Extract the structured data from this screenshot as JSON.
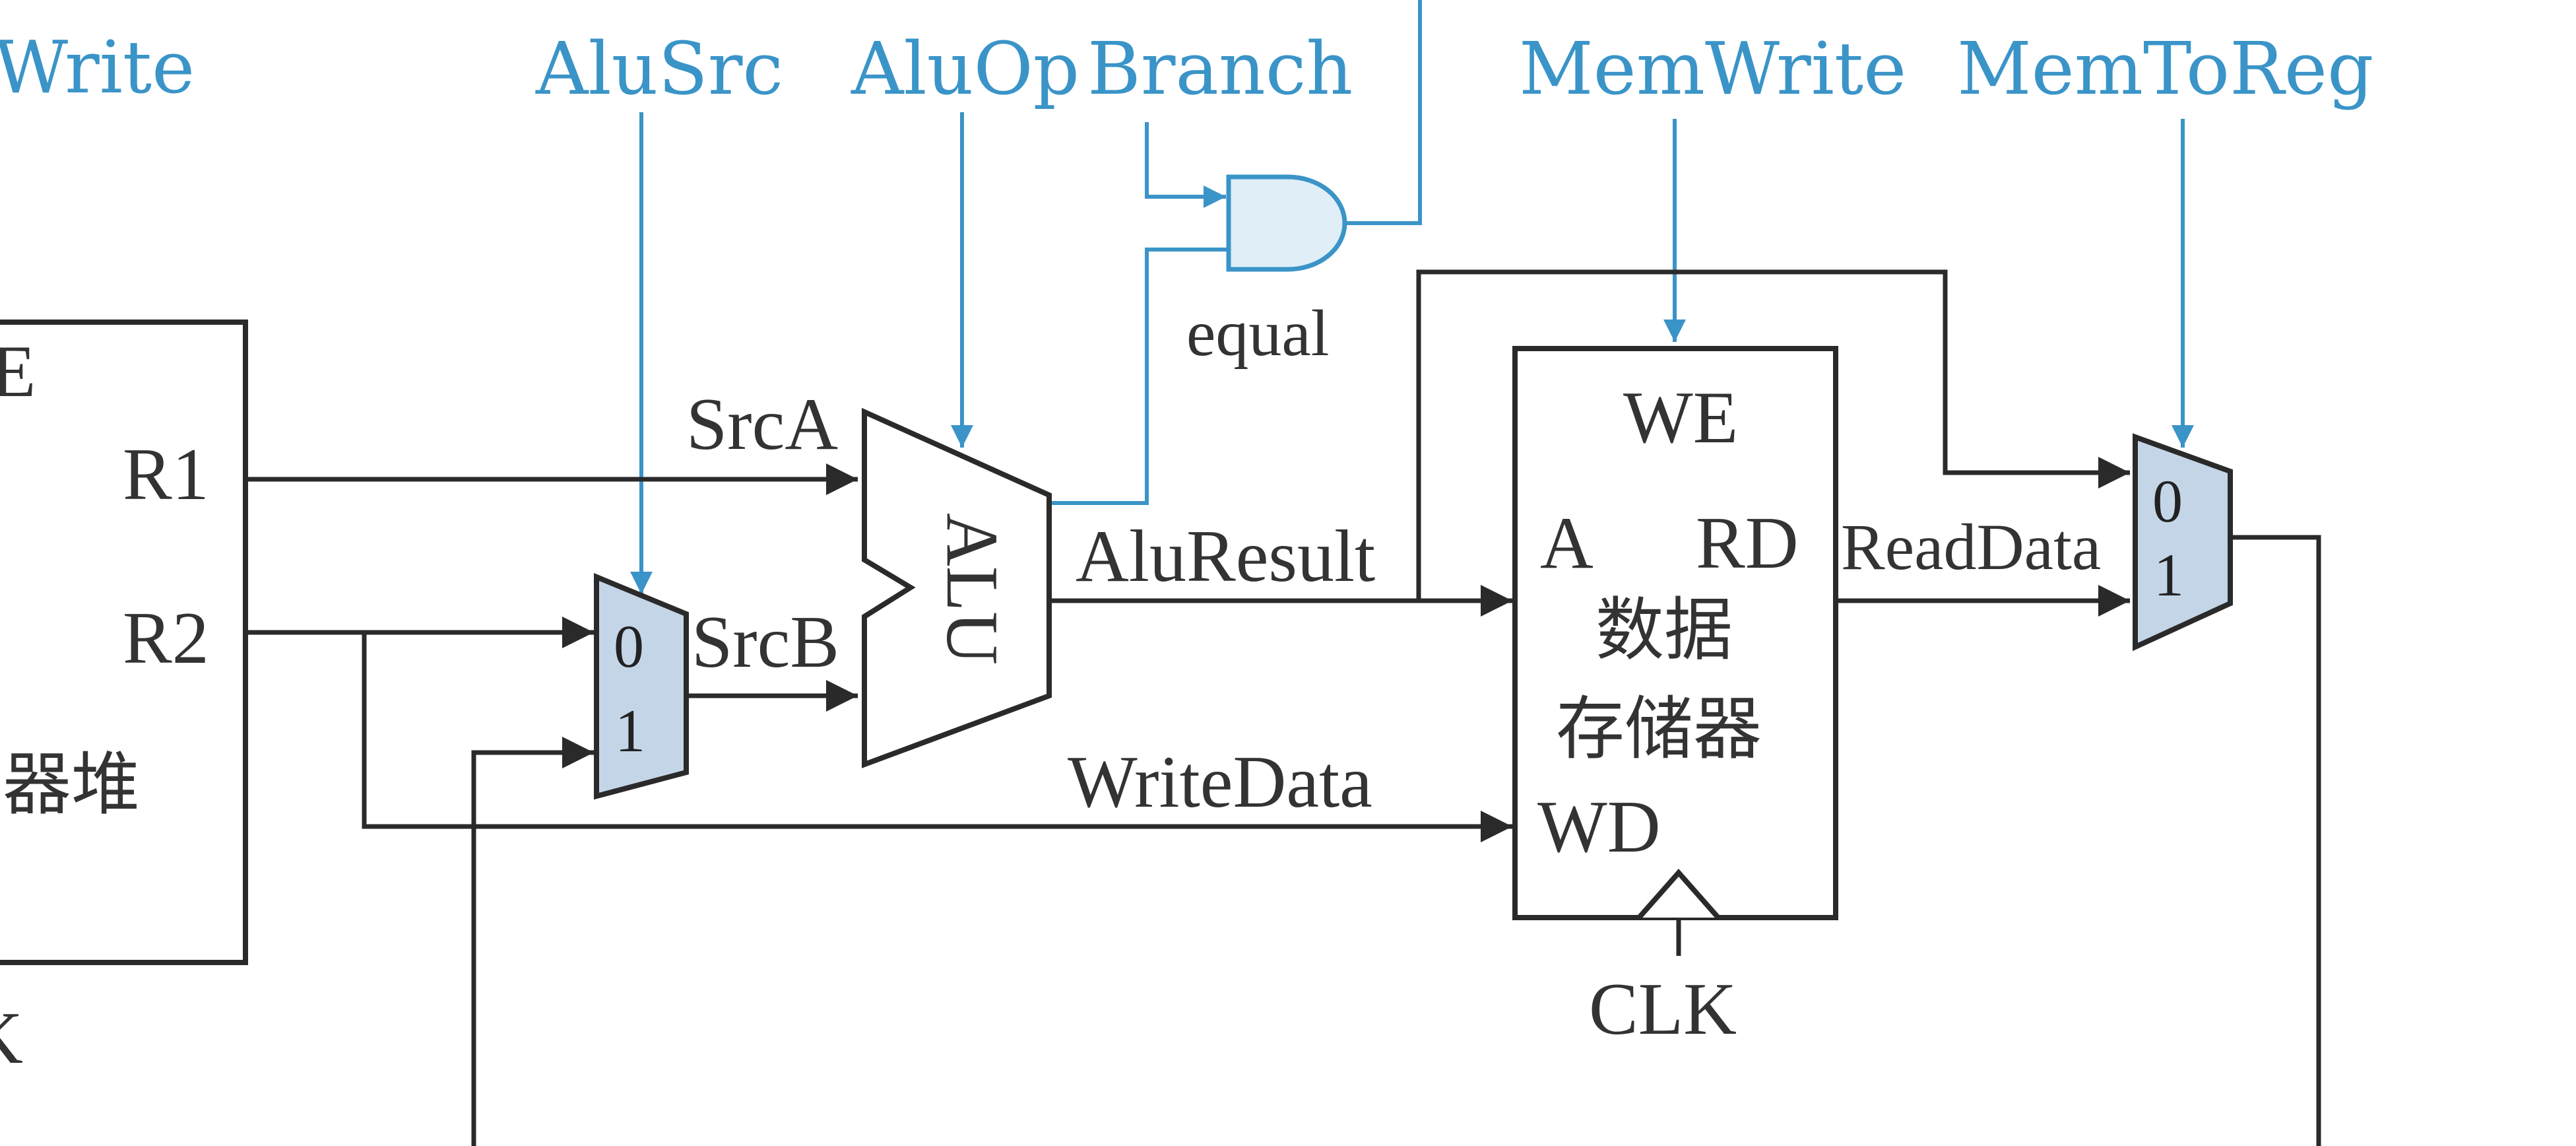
{
  "control_signals": {
    "regwrite_partial": "Write",
    "alusrc": "AluSrc",
    "aluop": "AluOp",
    "branch": "Branch",
    "memwrite": "MemWrite",
    "memtoreg": "MemToReg"
  },
  "register_file": {
    "we_partial": "E",
    "r1": "R1",
    "r2": "R2",
    "name_partial": "器堆",
    "clk_partial": "K"
  },
  "signals": {
    "srca": "SrcA",
    "srcb": "SrcB",
    "aluresult": "AluResult",
    "writedata": "WriteData",
    "readdata": "ReadData",
    "equal": "equal"
  },
  "alu": {
    "label": "ALU"
  },
  "mux_srcb": {
    "in0": "0",
    "in1": "1"
  },
  "mux_memtoreg": {
    "in0": "0",
    "in1": "1"
  },
  "data_memory": {
    "we": "WE",
    "a": "A",
    "rd": "RD",
    "wd": "WD",
    "name_line1": "数据",
    "name_line2": "存储器",
    "clk": "CLK"
  },
  "colors": {
    "control": "#3a94c8",
    "wire": "#2a2a2a",
    "mux_fill": "#c5d5e8",
    "gate_fill": "#e0eef8"
  }
}
